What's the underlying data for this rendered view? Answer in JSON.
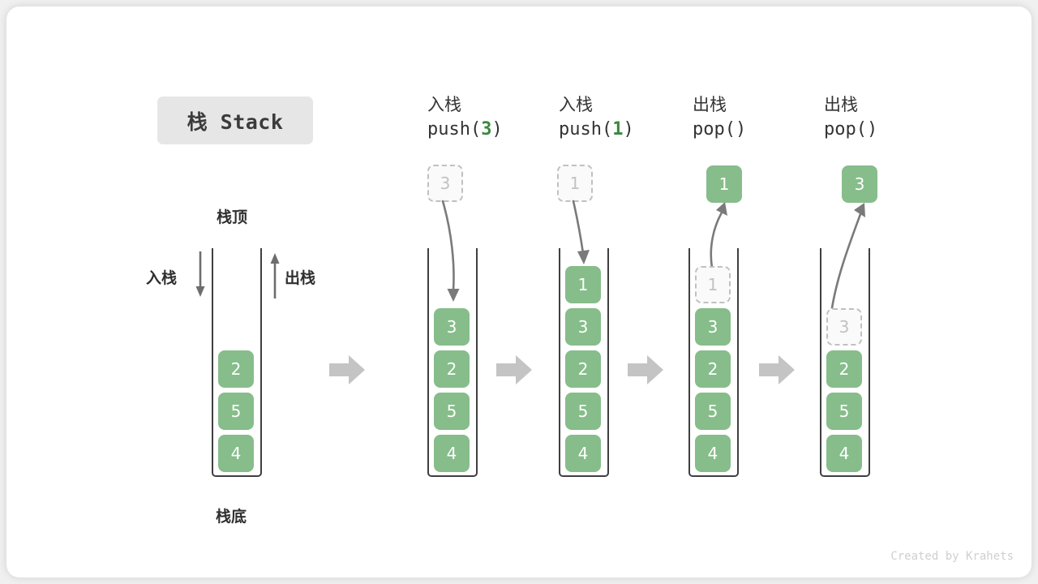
{
  "figure": {
    "title_badge": "栈 Stack",
    "credit": "Created by Krahets",
    "top_label": "栈顶",
    "bottom_label": "栈底",
    "push_side_label": "入栈",
    "pop_side_label": "出栈",
    "colors": {
      "cell_fill": "#86bd8a",
      "cell_text": "#ffffff",
      "ghost_fill": "#fafafa",
      "ghost_border": "#c0c0c0",
      "ghost_text": "#c2c2c2",
      "frame": "#3f3f3f",
      "arrow_gray": "#c4c4c4",
      "motion_arrow": "#7a7a7a",
      "accent_green": "#3a883f",
      "badge_bg": "#e6e6e6",
      "card_bg": "#ffffff",
      "page_bg": "#f0f0f0"
    }
  },
  "columns": [
    {
      "id": "initial",
      "head_cn": "",
      "head_code": "",
      "head_code_arg": "",
      "cells": [
        {
          "value": "2",
          "state": "filled"
        },
        {
          "value": "5",
          "state": "filled"
        },
        {
          "value": "4",
          "state": "filled"
        }
      ],
      "detached": null,
      "motion": "none"
    },
    {
      "id": "push-3",
      "head_cn": "入栈",
      "head_code_prefix": "push(",
      "head_code_arg": "3",
      "head_code_suffix": ")",
      "cells": [
        {
          "value": "3",
          "state": "filled"
        },
        {
          "value": "2",
          "state": "filled"
        },
        {
          "value": "5",
          "state": "filled"
        },
        {
          "value": "4",
          "state": "filled"
        }
      ],
      "detached": {
        "value": "3",
        "state": "ghost"
      },
      "motion": "down"
    },
    {
      "id": "push-1",
      "head_cn": "入栈",
      "head_code_prefix": "push(",
      "head_code_arg": "1",
      "head_code_suffix": ")",
      "cells": [
        {
          "value": "1",
          "state": "filled"
        },
        {
          "value": "3",
          "state": "filled"
        },
        {
          "value": "2",
          "state": "filled"
        },
        {
          "value": "5",
          "state": "filled"
        },
        {
          "value": "4",
          "state": "filled"
        }
      ],
      "detached": {
        "value": "1",
        "state": "ghost"
      },
      "motion": "down"
    },
    {
      "id": "pop-1",
      "head_cn": "出栈",
      "head_code_prefix": "pop(",
      "head_code_arg": "",
      "head_code_suffix": ")",
      "cells": [
        {
          "value": "1",
          "state": "ghost"
        },
        {
          "value": "3",
          "state": "filled"
        },
        {
          "value": "2",
          "state": "filled"
        },
        {
          "value": "5",
          "state": "filled"
        },
        {
          "value": "4",
          "state": "filled"
        }
      ],
      "detached": {
        "value": "1",
        "state": "filled"
      },
      "motion": "up"
    },
    {
      "id": "pop-3",
      "head_cn": "出栈",
      "head_code_prefix": "pop(",
      "head_code_arg": "",
      "head_code_suffix": ")",
      "cells": [
        {
          "value": "3",
          "state": "ghost"
        },
        {
          "value": "2",
          "state": "filled"
        },
        {
          "value": "5",
          "state": "filled"
        },
        {
          "value": "4",
          "state": "filled"
        }
      ],
      "detached": {
        "value": "3",
        "state": "filled"
      },
      "motion": "up"
    }
  ],
  "transitions": [
    "→",
    "→",
    "→",
    "→"
  ]
}
